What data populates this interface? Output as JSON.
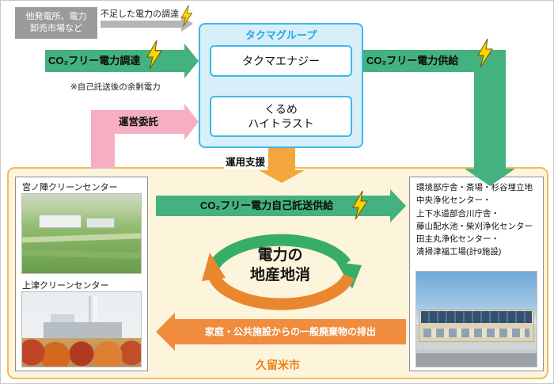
{
  "colors": {
    "green_arrow": "#44b27e",
    "pink_arrow": "#f5afc0",
    "gold_arrow": "#f2a63c",
    "orange_arrow": "#ef8c3e",
    "blue_border": "#3cb9e8",
    "blue_fill": "#d8effa",
    "blue_title": "#21a8dd",
    "beige_fill": "#fdf4dc",
    "kurume_text": "#e9821a",
    "bolt_yellow": "#ffd400"
  },
  "top": {
    "external_source": "他発電所、電力\n卸売市場など",
    "shortage_label": "不足した電力の調達"
  },
  "takuma": {
    "group_title": "タクマグループ",
    "energy": "タクマエナジー",
    "hightrust": "くるめ\nハイトラスト"
  },
  "flows": {
    "procure": "CO₂フリー電力調達",
    "surplus_note": "※自己託送後の余剰電力",
    "supply": "CO₂フリー電力供給",
    "consign": "運営委託",
    "support": "運用支援",
    "self_wheeling": "CO₂フリー電力自己託送供給",
    "waste": "家庭・公共施設からの一般廃棄物の排出",
    "local_cycle": "電力の\n地産地消"
  },
  "kurume": {
    "city_label": "久留米市",
    "facility_left_1": "宮ノ陣クリーンセンター",
    "facility_left_2": "上津クリーンセンター",
    "facility_right_list": "環境部庁舎・斎場・杉谷埋立地\n中央浄化センター・\n上下水道部合川庁舎・\n藤山配水池・柴刈浄化センター\n田主丸浄化センター・\n清掃津福工場(計9施設)"
  }
}
